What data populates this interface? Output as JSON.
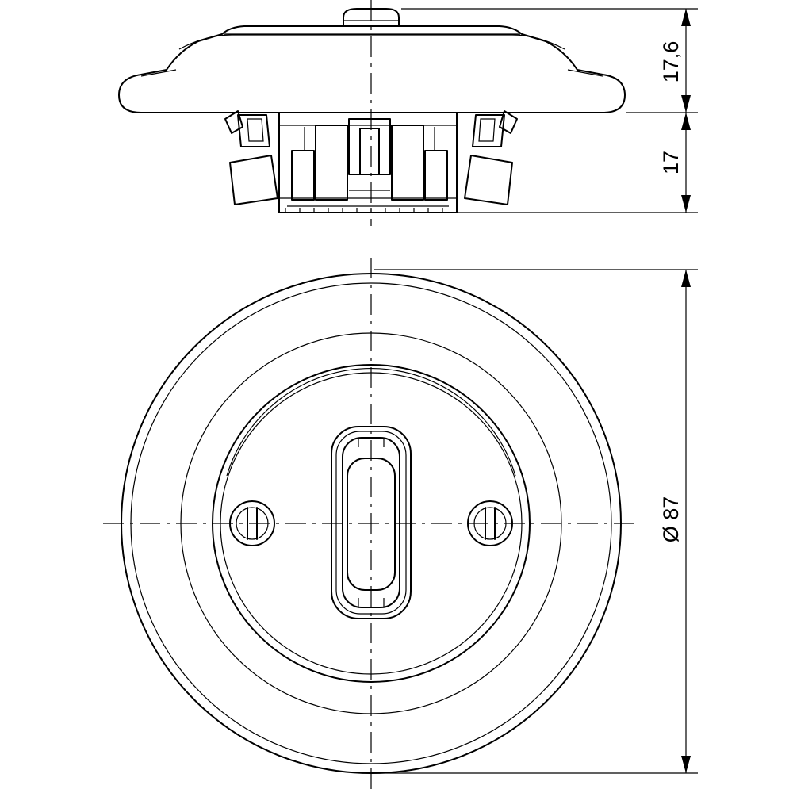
{
  "dimensions": {
    "top_height": "17,6",
    "bottom_height": "17",
    "diameter": "Ø 87"
  },
  "colors": {
    "line": "#000000",
    "background": "#ffffff"
  }
}
